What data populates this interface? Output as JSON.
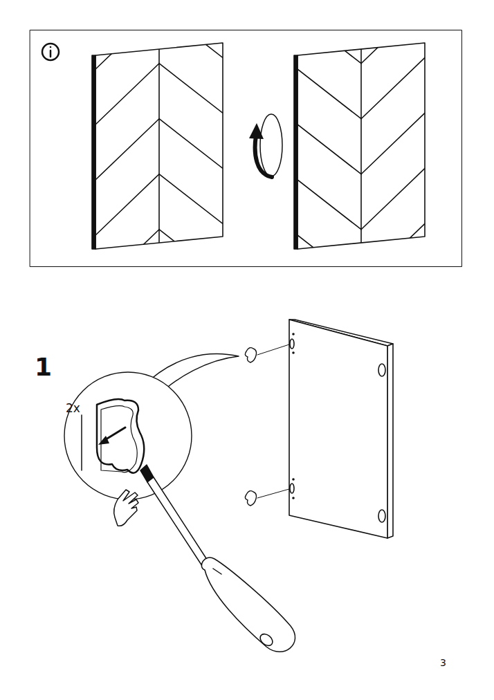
{
  "diagram": {
    "labels": [
      "1",
      "2x",
      "3"
    ]
  }
}
